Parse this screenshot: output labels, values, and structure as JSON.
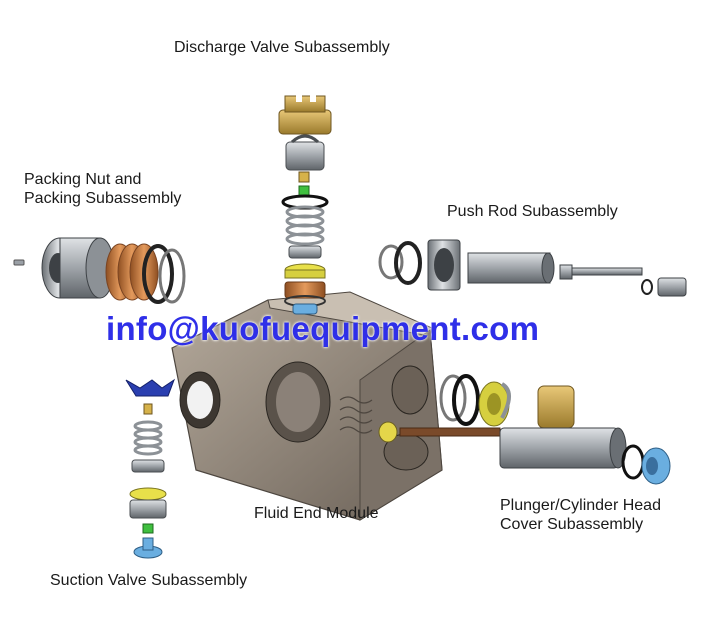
{
  "labels": {
    "discharge": "Discharge Valve Subassembly",
    "packing_line1": "Packing Nut and",
    "packing_line2": "Packing Subassembly",
    "push_rod": "Push Rod Subassembly",
    "plunger_line1": "Plunger/Cylinder Head",
    "plunger_line2": "Cover Subassembly",
    "fluid_end": "Fluid End Module",
    "suction": "Suction Valve Subassembly"
  },
  "watermark": "info@kuofuequipment.com",
  "colors": {
    "label_text": "#1a1a1a",
    "watermark": "#2f2fe8",
    "housing": "#9a8f82",
    "housing_shadow": "#5e554c",
    "brass": "#c9a54b",
    "copper": "#c8763a",
    "steel": "#b8bcc0",
    "spring": "#8c9196",
    "green": "#3fbf3f",
    "yellow": "#e8e04a",
    "blue": "#2a3fb0",
    "light_blue": "#6aaee0"
  }
}
